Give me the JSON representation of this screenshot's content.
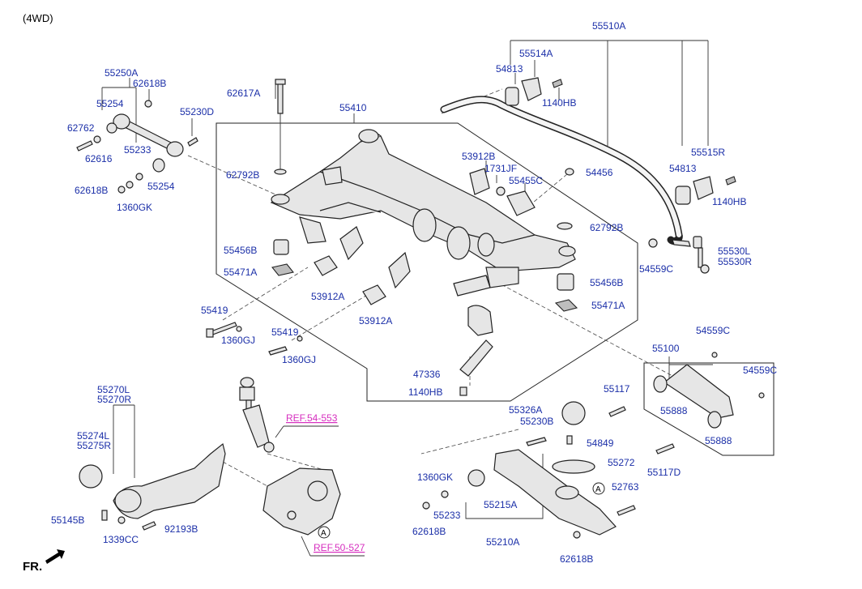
{
  "header": {
    "title": "(4WD)"
  },
  "footer": {
    "direction": "FR."
  },
  "labels": {
    "l_55510A": "55510A",
    "l_55514A": "55514A",
    "l_54813a": "54813",
    "l_1140HBa": "1140HB",
    "l_55250A": "55250A",
    "l_62618Ba": "62618B",
    "l_62617A": "62617A",
    "l_55410": "55410",
    "l_55254a": "55254",
    "l_55230D": "55230D",
    "l_62762": "62762",
    "l_62616": "62616",
    "l_55233a": "55233",
    "l_55254b": "55254",
    "l_62618Bb": "62618B",
    "l_1360GKa": "1360GK",
    "l_62792Ba": "62792B",
    "l_53912Ba": "53912B",
    "l_1731JF": "1731JF",
    "l_55455C": "55455C",
    "l_54456": "54456",
    "l_55515R": "55515R",
    "l_54813b": "54813",
    "l_1140HBb": "1140HB",
    "l_62792Bb": "62792B",
    "l_55456Ba": "55456B",
    "l_55471Aa": "55471A",
    "l_53912Aa": "53912A",
    "l_53912Ab": "53912A",
    "l_54559Ca": "54559C",
    "l_55530L": "55530L",
    "l_55530R": "55530R",
    "l_55456Bb": "55456B",
    "l_55471Ab": "55471A",
    "l_55419a": "55419",
    "l_1360GJa": "1360GJ",
    "l_55419b": "55419",
    "l_1360GJb": "1360GJ",
    "l_54559Cb": "54559C",
    "l_55100": "55100",
    "l_54559Cc": "54559C",
    "l_47336": "47336",
    "l_55117": "55117",
    "l_55888a": "55888",
    "l_1140HBc": "1140HB",
    "l_55326A": "55326A",
    "l_55230B": "55230B",
    "l_54849": "54849",
    "l_55888b": "55888",
    "l_55270L": "55270L",
    "l_55270R": "55270R",
    "l_55274L": "55274L",
    "l_55275R": "55275R",
    "l_55272": "55272",
    "l_55117D": "55117D",
    "l_1360GKb": "1360GK",
    "l_52763": "52763",
    "l_55233b": "55233",
    "l_55215A": "55215A",
    "l_62618Bc": "62618B",
    "l_55210A": "55210A",
    "l_62618Bd": "62618B",
    "l_55145B": "55145B",
    "l_1339CC": "1339CC",
    "l_92193B": "92193B",
    "markerA1": "A",
    "markerA2": "A",
    "ref1": "REF.54-553",
    "ref2": "REF.50-527"
  },
  "colors": {
    "part_label": "#1b2fa8",
    "reference": "#d62fbf",
    "line": "#222222"
  }
}
